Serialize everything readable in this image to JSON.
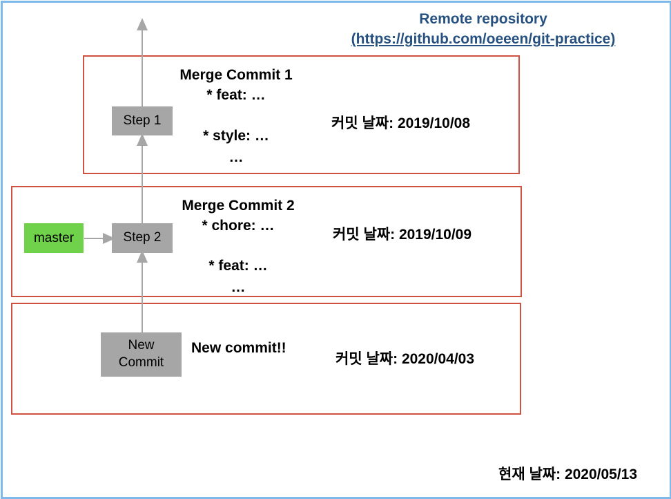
{
  "header": {
    "title": "Remote repository",
    "url": "(https://github.com/oeeen/git-practice)"
  },
  "commits": [
    {
      "node_label": "Step 1",
      "title": "Merge Commit 1",
      "line1": "* feat: …",
      "line2": "* style: …",
      "line3": "…",
      "date": "커밋 날짜: 2019/10/08"
    },
    {
      "node_label": "Step 2",
      "title": "Merge Commit 2",
      "line1": "* chore: …",
      "line2": "* feat: …",
      "line3": "…",
      "date": "커밋 날짜: 2019/10/09"
    },
    {
      "node_label_1": "New",
      "node_label_2": "Commit",
      "title": "New commit!!",
      "date": "커밋 날짜: 2020/04/03"
    }
  ],
  "branch": {
    "label": "master"
  },
  "footer": {
    "current_date": "현재 날짜: 2020/05/13"
  },
  "colors": {
    "frame": "#7fb9ea",
    "commit_box_border": "#d0513f",
    "node_fill": "#a6a6a6",
    "branch_fill": "#6fd24a",
    "header_text": "#25507f",
    "arrow": "#a6a6a6"
  }
}
